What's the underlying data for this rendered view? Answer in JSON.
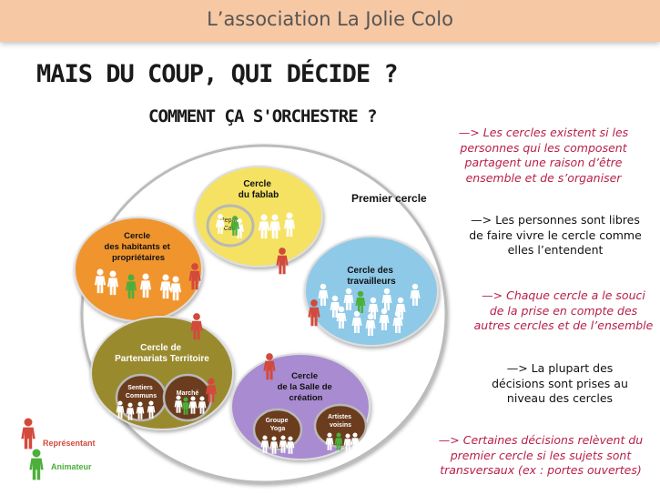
{
  "header": {
    "title": "L’association La Jolie Colo"
  },
  "titles": {
    "main": "MAIS DU COUP, QUI DÉCIDE ?",
    "sub": "COMMENT ÇA S'ORCHESTRE ?"
  },
  "diagram": {
    "premier_cercle": "Premier cercle",
    "circles": {
      "fablab": [
        "Cercle",
        "du fablab"
      ],
      "repair": [
        "Repair",
        "Café"
      ],
      "habitants": [
        "Cercle",
        "des habitants et",
        "propriétaires"
      ],
      "travailleurs": [
        "Cercle des",
        "travailleurs"
      ],
      "partenariats": [
        "Cercle de",
        "Partenariats Territoire"
      ],
      "sentiers": [
        "Sentiers",
        "Communs"
      ],
      "marche": [
        "Marché"
      ],
      "salle": [
        "Cercle",
        "de la Salle de",
        "création"
      ],
      "yoga": [
        "Groupe",
        "Yoga"
      ],
      "artistes": [
        "Artistes",
        "voisins"
      ]
    },
    "legend": {
      "representant": "Représentant",
      "animateur": "Animateur"
    }
  },
  "notes": [
    {
      "lines": [
        "—> Les cercles existent si les",
        "personnes qui les composent",
        "partagent une raison d’être",
        "ensemble et de s’organiser"
      ],
      "style": "red"
    },
    {
      "lines": [
        "—> Les personnes sont libres",
        "de faire vivre le cercle comme",
        "elles l’entendent"
      ],
      "style": "black"
    },
    {
      "lines": [
        "—> Chaque cercle a le souci",
        "de la prise en compte des",
        "autres cercles et de l’ensemble"
      ],
      "style": "red"
    },
    {
      "lines": [
        "—> La plupart des",
        "décisions sont prises au",
        "niveau des cercles"
      ],
      "style": "black"
    },
    {
      "lines": [
        "—> Certaines décisions relèvent du",
        "premier cercle si les sujets sont",
        "transversaux (ex : portes ouvertes)"
      ],
      "style": "red"
    }
  ],
  "colors": {
    "header": "#f6c8a4",
    "yellow": "#f5e263",
    "orange": "#f0952e",
    "blue": "#8fc9e8",
    "olive": "#9a8a2e",
    "purple": "#a98bd1",
    "brown": "#6b3c1d",
    "representant": "#d24a3c",
    "animateur": "#4caf3a",
    "note_red": "#b81f49"
  }
}
